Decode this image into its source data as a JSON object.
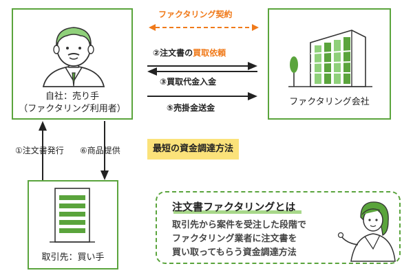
{
  "seller": {
    "line1": "自社：売り手",
    "line2": "（ファクタリング利用者）"
  },
  "factoring_company": {
    "label": "ファクタリング会社"
  },
  "buyer": {
    "label": "取引先：買い手"
  },
  "contract": {
    "label": "ファクタリング契約"
  },
  "flows": {
    "step2_prefix": "②注文書の",
    "step2_emph": "買取依頼",
    "step3": "③買取代金入金",
    "step5": "⑤売掛金送金",
    "step1": "①注文書発行",
    "step6": "⑥商品提供"
  },
  "badge": {
    "label": "最短の資金調達方法"
  },
  "callout": {
    "title": "注文書ファクタリングとは",
    "line1": "取引先から案件を受注した段階で",
    "line2": "ファクタリング業者に注文書を",
    "line3": "買い取ってもらう資金調達方法"
  },
  "colors": {
    "green": "#5aa43c",
    "orange": "#f07a1a",
    "yellow": "#fbe27a"
  }
}
